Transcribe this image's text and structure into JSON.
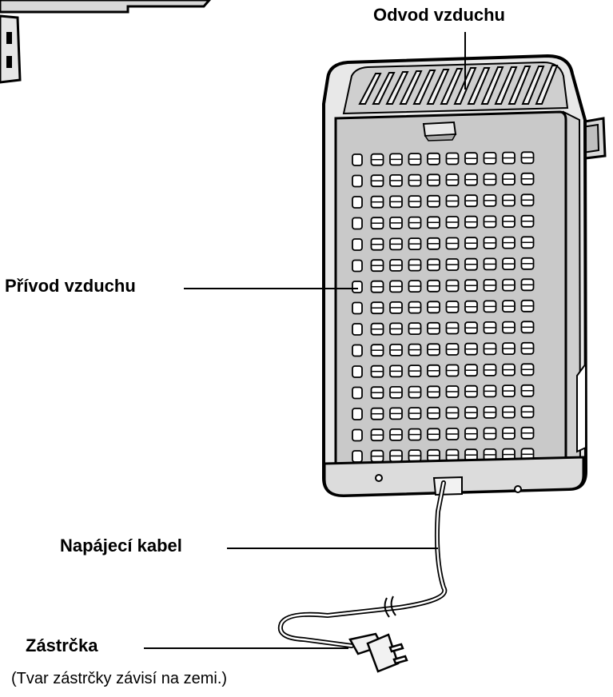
{
  "labels": {
    "air_outlet": "Odvod vzduchu",
    "air_inlet": "Přívod vzduchu",
    "power_cable": "Napájecí kabel",
    "plug": "Zástrčka",
    "plug_note": "(Tvar zástrčky závisí na zemi.)"
  }
}
